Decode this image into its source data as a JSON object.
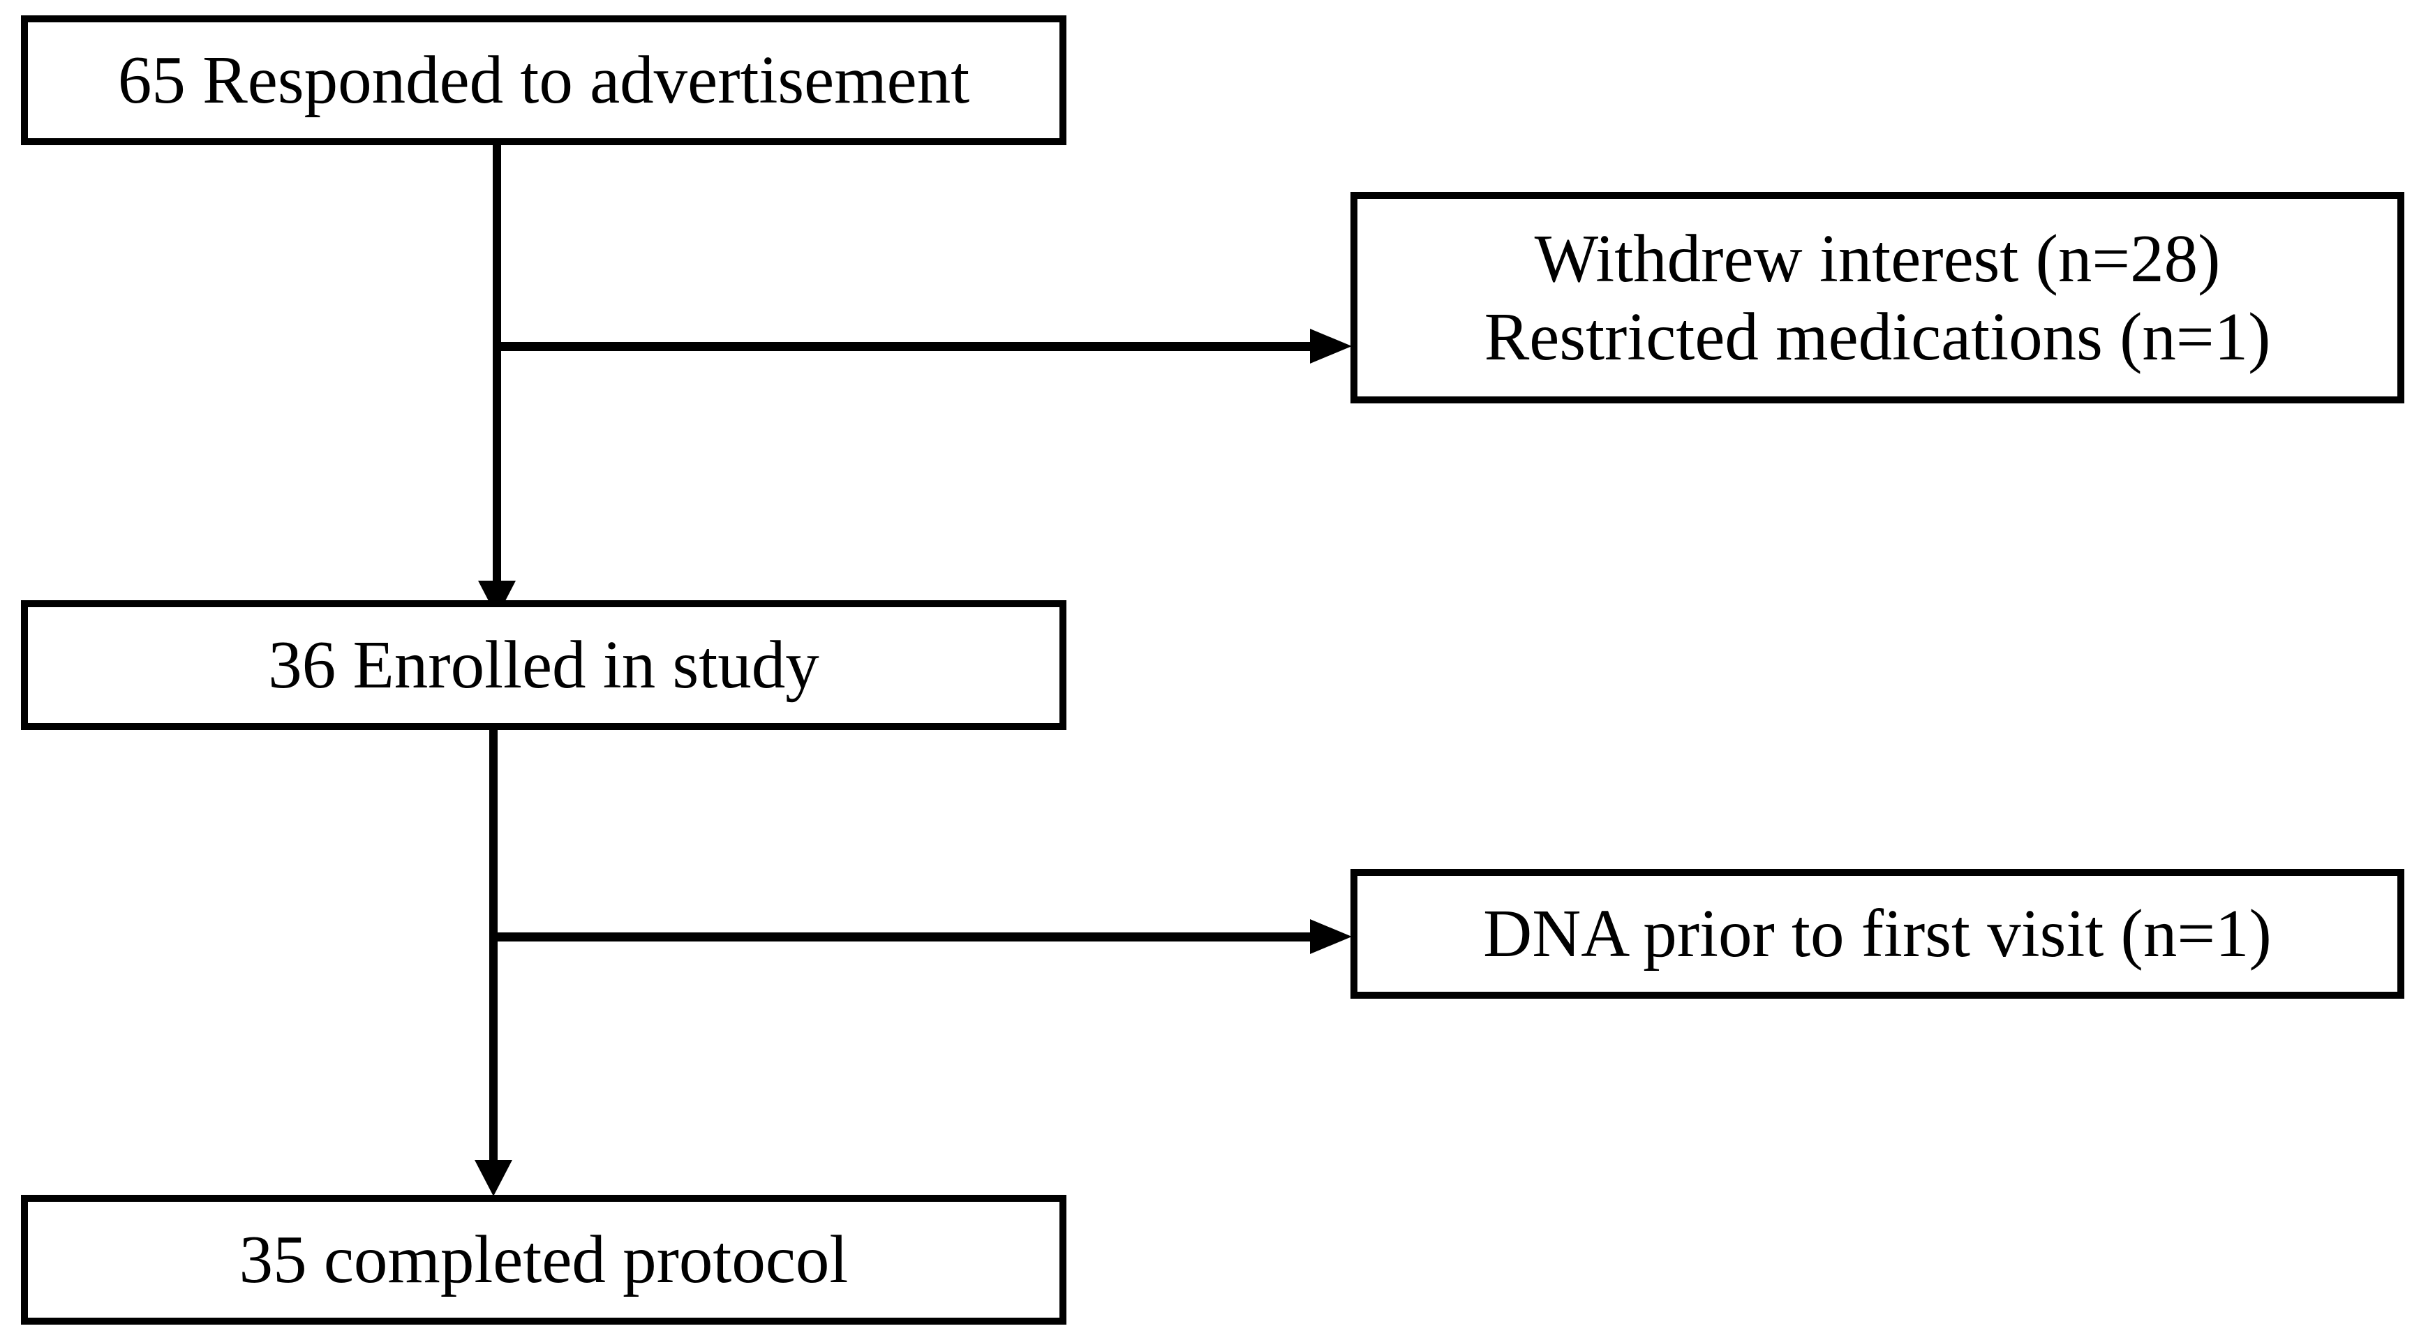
{
  "diagram": {
    "type": "participant-flow-diagram",
    "colors": {
      "line": "#000000",
      "text": "#000000",
      "background": "#ffffff"
    },
    "boxes": {
      "responded": {
        "label": "65 Responded to advertisement"
      },
      "withdrew": {
        "line1": "Withdrew interest (n=28)",
        "line2": "Restricted medications (n=1)"
      },
      "enrolled": {
        "label": "36 Enrolled in study"
      },
      "dna": {
        "label": "DNA prior to first visit (n=1)"
      },
      "completed": {
        "label": "35 completed protocol"
      }
    },
    "edges": [
      {
        "from": "responded",
        "to": "enrolled"
      },
      {
        "from": "responded",
        "to": "withdrew"
      },
      {
        "from": "enrolled",
        "to": "completed"
      },
      {
        "from": "enrolled",
        "to": "dna"
      }
    ]
  }
}
